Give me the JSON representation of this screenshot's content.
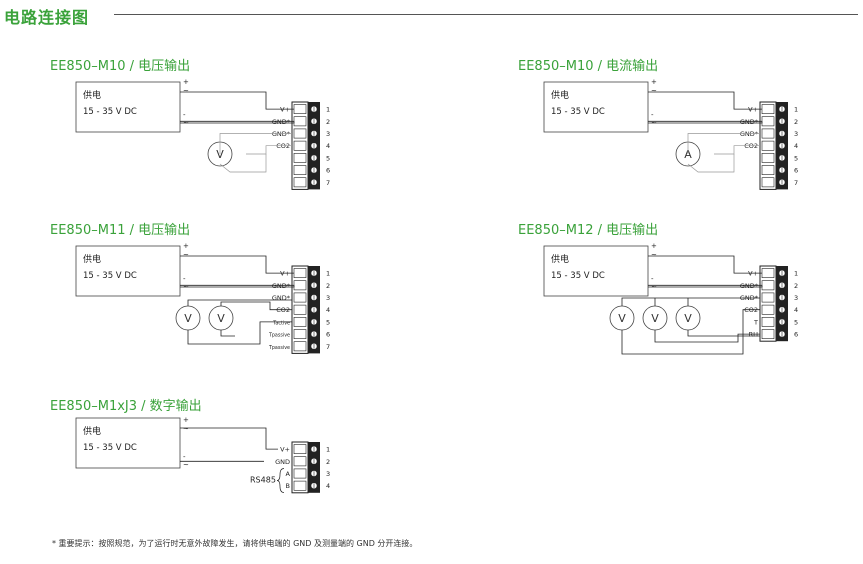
{
  "page_title": "电路连接图",
  "footnote": "* 重要提示：按照规范，为了运行时无意外故障发生，请将供电端的 GND 及测量端的 GND 分开连接。",
  "diagrams": [
    {
      "title": "EE850–M10 /  电压输出",
      "supply": {
        "line1": "供电",
        "line2": "15 - 35 V DC",
        "plus": "+",
        "plus_tilde": "~",
        "minus": "-",
        "minus_tilde": "~"
      },
      "meters": [
        "V"
      ],
      "terminals": [
        "V+",
        "GND*",
        "GND*",
        "CO2",
        "",
        "",
        ""
      ],
      "numbers": [
        "1",
        "2",
        "3",
        "4",
        "5",
        "6",
        "7"
      ]
    },
    {
      "title": "EE850–M10 / 电流输出",
      "supply": {
        "line1": "供电",
        "line2": "15 - 35 V DC",
        "plus": "+",
        "plus_tilde": "~",
        "minus": "-",
        "minus_tilde": "~"
      },
      "meters": [
        "A"
      ],
      "terminals": [
        "V+",
        "GND*",
        "GND*",
        "CO2",
        "",
        "",
        ""
      ],
      "numbers": [
        "1",
        "2",
        "3",
        "4",
        "5",
        "6",
        "7"
      ]
    },
    {
      "title": "EE850–M11 / 电压输出",
      "supply": {
        "line1": "供电",
        "line2": "15 - 35 V DC",
        "plus": "+",
        "plus_tilde": "~",
        "minus": "-",
        "minus_tilde": "~"
      },
      "meters": [
        "V",
        "V"
      ],
      "terminals": [
        "V+",
        "GND*",
        "GND*",
        "CO2",
        "Tactive",
        "Tpassive",
        "Tpassive"
      ],
      "numbers": [
        "1",
        "2",
        "3",
        "4",
        "5",
        "6",
        "7"
      ]
    },
    {
      "title": "EE850–M12 / 电压输出",
      "supply": {
        "line1": "供电",
        "line2": "15 - 35 V DC",
        "plus": "+",
        "plus_tilde": "~",
        "minus": "-",
        "minus_tilde": "~"
      },
      "meters": [
        "V",
        "V",
        "V"
      ],
      "terminals": [
        "V+",
        "GND*",
        "GND*",
        "CO2",
        "T",
        "RH"
      ],
      "numbers": [
        "1",
        "2",
        "3",
        "4",
        "5",
        "6"
      ]
    },
    {
      "title": "EE850–M1xJ3 / 数字输出",
      "supply": {
        "line1": "供电",
        "line2": "15 - 35 V DC",
        "plus": "+",
        "plus_tilde": "~",
        "minus": "-",
        "minus_tilde": "~"
      },
      "meters": [],
      "terminals": [
        "V+",
        "GND",
        "A",
        "B"
      ],
      "numbers": [
        "1",
        "2",
        "3",
        "4"
      ],
      "bus_label": "RS485"
    }
  ]
}
